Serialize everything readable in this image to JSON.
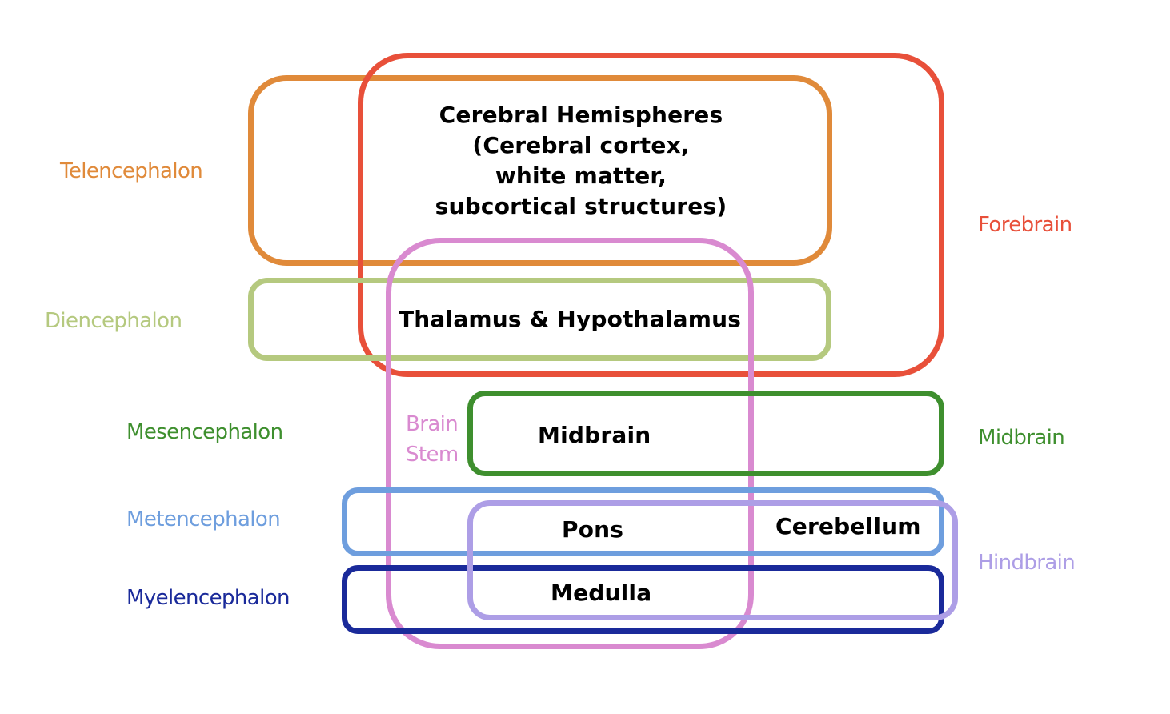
{
  "colors": {
    "telencephalon": "#e08a3a",
    "diencephalon": "#b5c97f",
    "mesencephalon": "#3e8f2e",
    "metencephalon": "#6e9ede",
    "myelencephalon": "#1a2a9a",
    "forebrain": "#e8503a",
    "brain_stem": "#d98ad0",
    "hindbrain": "#ad9ee6",
    "text": "#000000"
  },
  "left_labels": {
    "telencephalon": "Telencephalon",
    "diencephalon": "Diencephalon",
    "mesencephalon": "Mesencephalon",
    "metencephalon": "Metencephalon",
    "myelencephalon": "Myelencephalon"
  },
  "right_labels": {
    "forebrain": "Forebrain",
    "midbrain": "Midbrain",
    "hindbrain": "Hindbrain"
  },
  "brain_stem": {
    "line1": "Brain",
    "line2": "Stem"
  },
  "regions": {
    "cerebral_hemispheres": [
      "Cerebral Hemispheres",
      "(Cerebral cortex,",
      "white matter,",
      "subcortical structures)"
    ],
    "thalamus": "Thalamus & Hypothalamus",
    "midbrain": "Midbrain",
    "pons": "Pons",
    "cerebellum": "Cerebellum",
    "medulla": "Medulla"
  }
}
